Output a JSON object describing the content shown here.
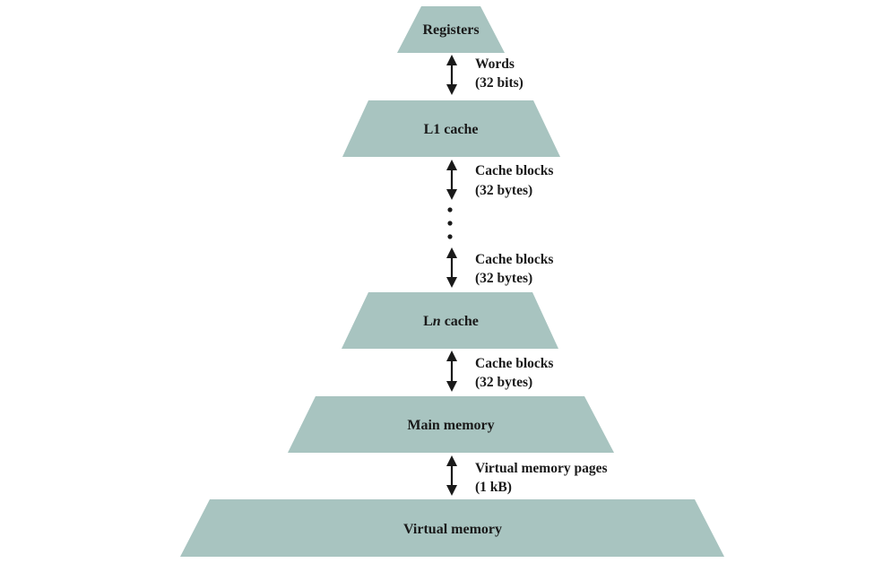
{
  "colors": {
    "level_fill": "#a8c4c0",
    "text": "#1a1a1a"
  },
  "levels": {
    "registers": "Registers",
    "l1": "L1 cache",
    "ln_prefix": "L",
    "ln_italic": "n",
    "ln_suffix": " cache",
    "main": "Main memory",
    "virtual": "Virtual memory"
  },
  "transfers": {
    "words": {
      "line1": "Words",
      "line2": "(32 bits)"
    },
    "l1_blocks": {
      "line1": "Cache blocks",
      "line2": "(32 bytes)"
    },
    "ln_blocks_upper": {
      "line1": "Cache blocks",
      "line2": "(32 bytes)"
    },
    "ln_blocks_lower": {
      "line1": "Cache blocks",
      "line2": "(32 bytes)"
    },
    "pages": {
      "line1": "Virtual memory pages",
      "line2": "(1 kB)"
    }
  },
  "ellipsis_icon": "vertical-ellipsis-icon"
}
